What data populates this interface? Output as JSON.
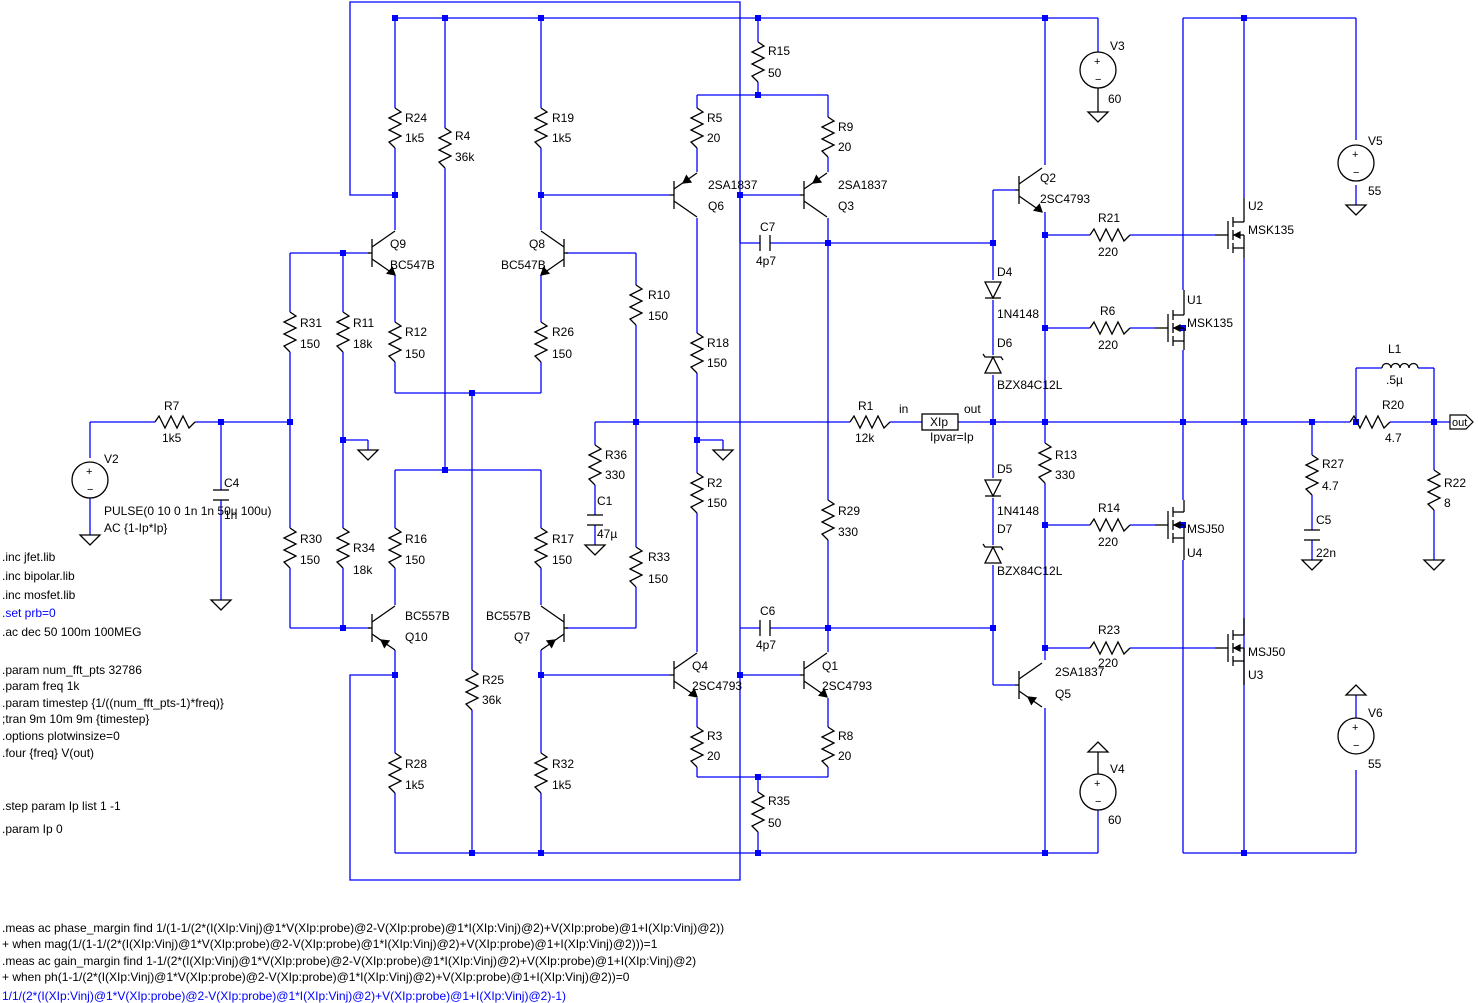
{
  "resistors": [
    {
      "ref": "R24",
      "value": "1k5"
    },
    {
      "ref": "R4",
      "value": "36k"
    },
    {
      "ref": "R19",
      "value": "1k5"
    },
    {
      "ref": "R15",
      "value": "50"
    },
    {
      "ref": "R5",
      "value": "20"
    },
    {
      "ref": "R9",
      "value": "20"
    },
    {
      "ref": "R31",
      "value": "150"
    },
    {
      "ref": "R11",
      "value": "18k"
    },
    {
      "ref": "R12",
      "value": "150"
    },
    {
      "ref": "R26",
      "value": "150"
    },
    {
      "ref": "R10",
      "value": "150"
    },
    {
      "ref": "R18",
      "value": "150"
    },
    {
      "ref": "R7",
      "value": "1k5"
    },
    {
      "ref": "R36",
      "value": "330"
    },
    {
      "ref": "R1",
      "value": "12k"
    },
    {
      "ref": "R2",
      "value": "150"
    },
    {
      "ref": "R30",
      "value": "150"
    },
    {
      "ref": "R34",
      "value": "18k"
    },
    {
      "ref": "R16",
      "value": "150"
    },
    {
      "ref": "R17",
      "value": "150"
    },
    {
      "ref": "R33",
      "value": "150"
    },
    {
      "ref": "R29",
      "value": "330"
    },
    {
      "ref": "R25",
      "value": "36k"
    },
    {
      "ref": "R28",
      "value": "1k5"
    },
    {
      "ref": "R32",
      "value": "1k5"
    },
    {
      "ref": "R3",
      "value": "20"
    },
    {
      "ref": "R8",
      "value": "20"
    },
    {
      "ref": "R35",
      "value": "50"
    },
    {
      "ref": "R21",
      "value": "220"
    },
    {
      "ref": "R6",
      "value": "220"
    },
    {
      "ref": "R13",
      "value": "330"
    },
    {
      "ref": "R14",
      "value": "220"
    },
    {
      "ref": "R23",
      "value": "220"
    },
    {
      "ref": "R27",
      "value": "4.7"
    },
    {
      "ref": "R20",
      "value": "4.7"
    },
    {
      "ref": "R22",
      "value": "8"
    }
  ],
  "transistors": [
    {
      "ref": "Q9",
      "model": "BC547B"
    },
    {
      "ref": "Q8",
      "model": "BC547B"
    },
    {
      "ref": "Q6",
      "model": "2SA1837"
    },
    {
      "ref": "Q3",
      "model": "2SA1837"
    },
    {
      "ref": "Q10",
      "model": "BC557B"
    },
    {
      "ref": "Q7",
      "model": "BC557B"
    },
    {
      "ref": "Q4",
      "model": "2SC4793"
    },
    {
      "ref": "Q1",
      "model": "2SC4793"
    },
    {
      "ref": "Q2",
      "model": "2SC4793"
    },
    {
      "ref": "Q5",
      "model": "2SA1837"
    },
    {
      "ref": "U2",
      "model": "MSK135"
    },
    {
      "ref": "U1",
      "model": "MSK135"
    },
    {
      "ref": "U4",
      "model": "MSJ50"
    },
    {
      "ref": "U3",
      "model": "MSJ50"
    }
  ],
  "diodes": [
    {
      "ref": "D4",
      "model": "1N4148"
    },
    {
      "ref": "D6",
      "model": "BZX84C12L"
    },
    {
      "ref": "D5",
      "model": "1N4148"
    },
    {
      "ref": "D7",
      "model": "BZX84C12L"
    }
  ],
  "capacitors": [
    {
      "ref": "C7",
      "value": "4p7"
    },
    {
      "ref": "C6",
      "value": "4p7"
    },
    {
      "ref": "C4",
      "value": "1n"
    },
    {
      "ref": "C1",
      "value": "47µ"
    },
    {
      "ref": "C5",
      "value": "22n"
    }
  ],
  "inductors": [
    {
      "ref": "L1",
      "value": ".5µ"
    }
  ],
  "sources": [
    {
      "ref": "V3",
      "value": "60"
    },
    {
      "ref": "V4",
      "value": "60"
    },
    {
      "ref": "V5",
      "value": "55"
    },
    {
      "ref": "V6",
      "value": "55"
    },
    {
      "ref": "V2",
      "line1": "PULSE(0 10 0 1n 1n 50u 100u)",
      "line2": "AC {1-Ip*Ip}"
    }
  ],
  "probe": {
    "ref": "XIp",
    "param": "Ipvar=Ip",
    "in_label": "in",
    "out_label": "out"
  },
  "net_labels": {
    "out": "out"
  },
  "directives_left": [
    ".inc jfet.lib",
    ".inc bipolar.lib",
    ".inc mosfet.lib",
    ".set prb=0",
    ".ac dec 50 100m 100MEG",
    ".param num_fft_pts 32786",
    ".param freq 1k",
    ".param timestep {1/((num_fft_pts-1)*freq)}",
    ";tran 9m 10m 9m {timestep}",
    ".options plotwinsize=0",
    ".four {freq} V(out)",
    ".step param Ip list 1 -1",
    ".param Ip 0"
  ],
  "directives_bottom": [
    ".meas ac phase_margin find 1/(1-1/(2*(I(XIp:Vinj)@1*V(XIp:probe)@2-V(XIp:probe)@1*I(XIp:Vinj)@2)+V(XIp:probe)@1+I(XIp:Vinj)@2))",
    "+ when mag(1/(1-1/(2*(I(XIp:Vinj)@1*V(XIp:probe)@2-V(XIp:probe)@1*I(XIp:Vinj)@2)+V(XIp:probe)@1+I(XIp:Vinj)@2)))=1",
    ".meas ac gain_margin find 1-1/(2*(I(XIp:Vinj)@1*V(XIp:probe)@2-V(XIp:probe)@1*I(XIp:Vinj)@2)+V(XIp:probe)@1+I(XIp:Vinj)@2)",
    "+ when ph(1-1/(2*(I(XIp:Vinj)@1*V(XIp:probe)@2-V(XIp:probe)@1*I(XIp:Vinj)@2)+V(XIp:probe)@1+I(XIp:Vinj)@2))=0",
    "1/1/(2*(I(XIp:Vinj)@1*V(XIp:probe)@2-V(XIp:probe)@1*I(XIp:Vinj)@2)+V(XIp:probe)@1+I(XIp:Vinj)@2)-1)"
  ],
  "colors": {
    "wire": "#0000ff",
    "component": "#000000",
    "comment": "#0000ff",
    "background": "#ffffff"
  }
}
